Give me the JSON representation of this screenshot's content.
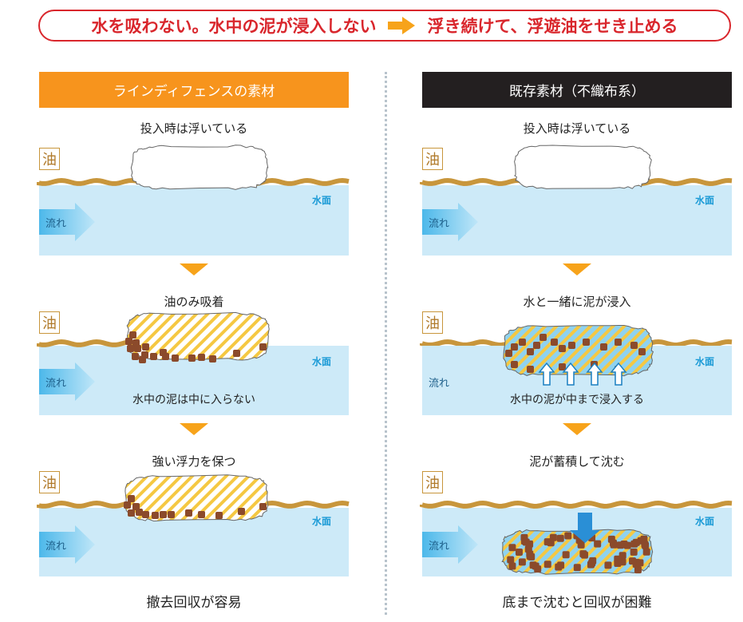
{
  "banner": {
    "left": "水を吸わない。水中の泥が浸入しない",
    "right": "浮き続けて、浮遊油をせき止める"
  },
  "panels": [
    {
      "header": "ラインディフェンスの素材",
      "header_color": "#f7941d",
      "stages": [
        {
          "caption": "投入時は浮いている",
          "oil": "油",
          "water": "水面",
          "flow": "流れ"
        },
        {
          "caption": "油のみ吸着",
          "oil": "油",
          "water": "水面",
          "flow": "流れ",
          "inner": "水中の泥は中に入らない"
        },
        {
          "caption": "強い浮力を保つ",
          "oil": "油",
          "water": "水面",
          "flow": "流れ"
        }
      ],
      "result": "撤去回収が容易"
    },
    {
      "header": "既存素材（不織布系）",
      "header_color": "#231f20",
      "stages": [
        {
          "caption": "投入時は浮いている",
          "oil": "油",
          "water": "水面",
          "flow": "流れ"
        },
        {
          "caption": "水と一緒に泥が浸入",
          "oil": "油",
          "water": "水面",
          "flow": "流れ",
          "inner": "水中の泥が中まで浸入する"
        },
        {
          "caption": "泥が蓄積して沈む",
          "oil": "油",
          "water": "水面",
          "flow": "流れ"
        }
      ],
      "result": "底まで沈むと回収が困難"
    }
  ],
  "colors": {
    "water": "#cdeaf8",
    "oil": "#c8963c",
    "mud": "#8b4a2b",
    "arrow": "#f7a31a",
    "stripe": "#f5c842",
    "label": "#1a9ad6"
  }
}
